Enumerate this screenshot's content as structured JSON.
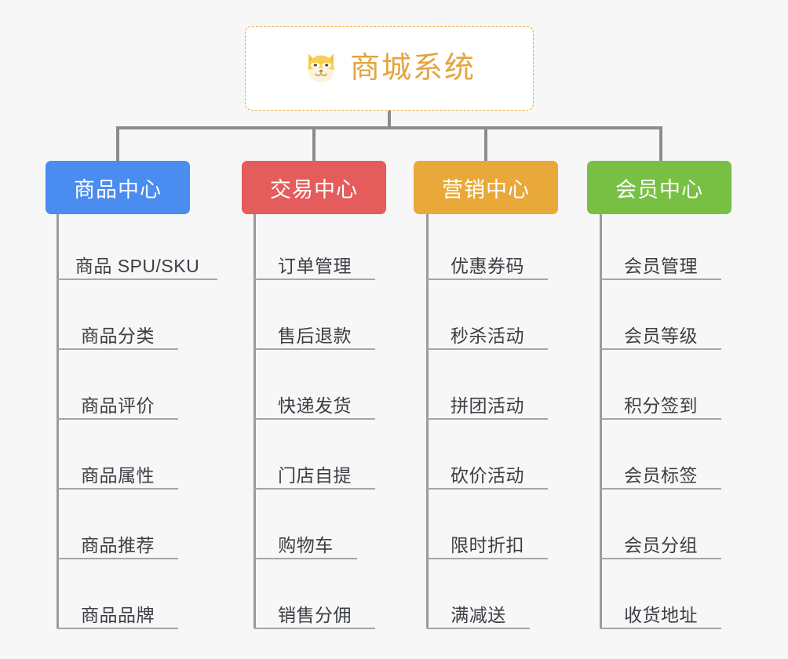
{
  "page": {
    "background_color": "#f7f7f7",
    "line_color": "#8c8c8c",
    "leaf_text_color": "#3b3f44",
    "leaf_rule_color": "#a6a6a6"
  },
  "root": {
    "title": "商城系统",
    "icon": "dog-face-icon",
    "border_color": "#e9a83c",
    "text_color": "#e2a63e",
    "background_color": "#ffffff"
  },
  "columns": [
    {
      "header": "商品中心",
      "color": "#4a8cf0",
      "items": [
        "商品 SPU/SKU",
        "商品分类",
        "商品评价",
        "商品属性",
        "商品推荐",
        "商品品牌"
      ]
    },
    {
      "header": "交易中心",
      "color": "#e55c5c",
      "items": [
        "订单管理",
        "售后退款",
        "快递发货",
        "门店自提",
        "购物车",
        "销售分佣"
      ]
    },
    {
      "header": "营销中心",
      "color": "#e8a93a",
      "items": [
        "优惠券码",
        "秒杀活动",
        "拼团活动",
        "砍价活动",
        "限时折扣",
        "满减送"
      ]
    },
    {
      "header": "会员中心",
      "color": "#78c044",
      "items": [
        "会员管理",
        "会员等级",
        "积分签到",
        "会员标签",
        "会员分组",
        "收货地址"
      ]
    }
  ]
}
